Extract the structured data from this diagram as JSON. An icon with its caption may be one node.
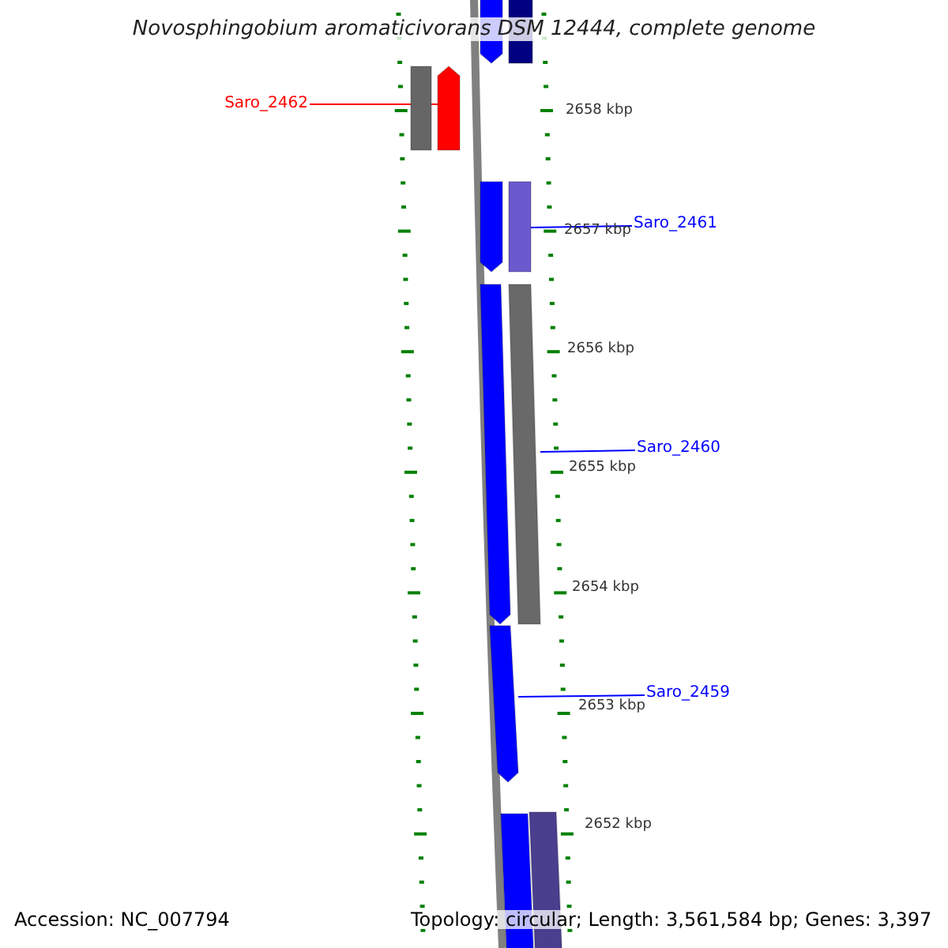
{
  "diagram": {
    "title": "Novosphingobium aromaticivorans DSM 12444, complete genome",
    "nodes": [
      {
        "text": [],
        "shape": "bar"
      },
      {
        "text": [],
        "shape": "bar"
      },
      {
        "text": [
          "Saro_2462"
        ]
      },
      {
        "text": [],
        "shape": "bar"
      },
      {
        "text": [],
        "shape": "bar"
      },
      {
        "text": [],
        "shape": "bar"
      },
      {
        "text": [],
        "shape": "bar"
      },
      {
        "text": [
          "Saro_2461"
        ]
      },
      {
        "text": [],
        "shape": "bar"
      },
      {
        "text": [],
        "shape": "bar"
      },
      {
        "text": [
          "Saro_2460"
        ]
      },
      {
        "text": [
          "Saro_2459"
        ]
      },
      {
        "text": [],
        "shape": "bar"
      },
      {
        "text": [],
        "shape": "bar"
      },
      {
        "text": [],
        "shape": "bar"
      }
    ],
    "edges": [
      {
        "from": 2,
        "to": 4,
        "arrow": "none",
        "color": "#ff0000"
      },
      {
        "from": 7,
        "to": 6,
        "arrow": "none"
      },
      {
        "from": 10,
        "to": 9,
        "arrow": "none"
      },
      {
        "from": 11,
        "to": 12,
        "arrow": "none"
      }
    ],
    "labels": [
      "2658 kbp",
      "2657 kbp",
      "2656 kbp",
      "2655 kbp",
      "2654 kbp",
      "2653 kbp",
      "2652 kbp",
      "Accession: NC_007794",
      "Topology: circular; Length: 3,561,584 bp; Genes: 3,397"
    ]
  }
}
